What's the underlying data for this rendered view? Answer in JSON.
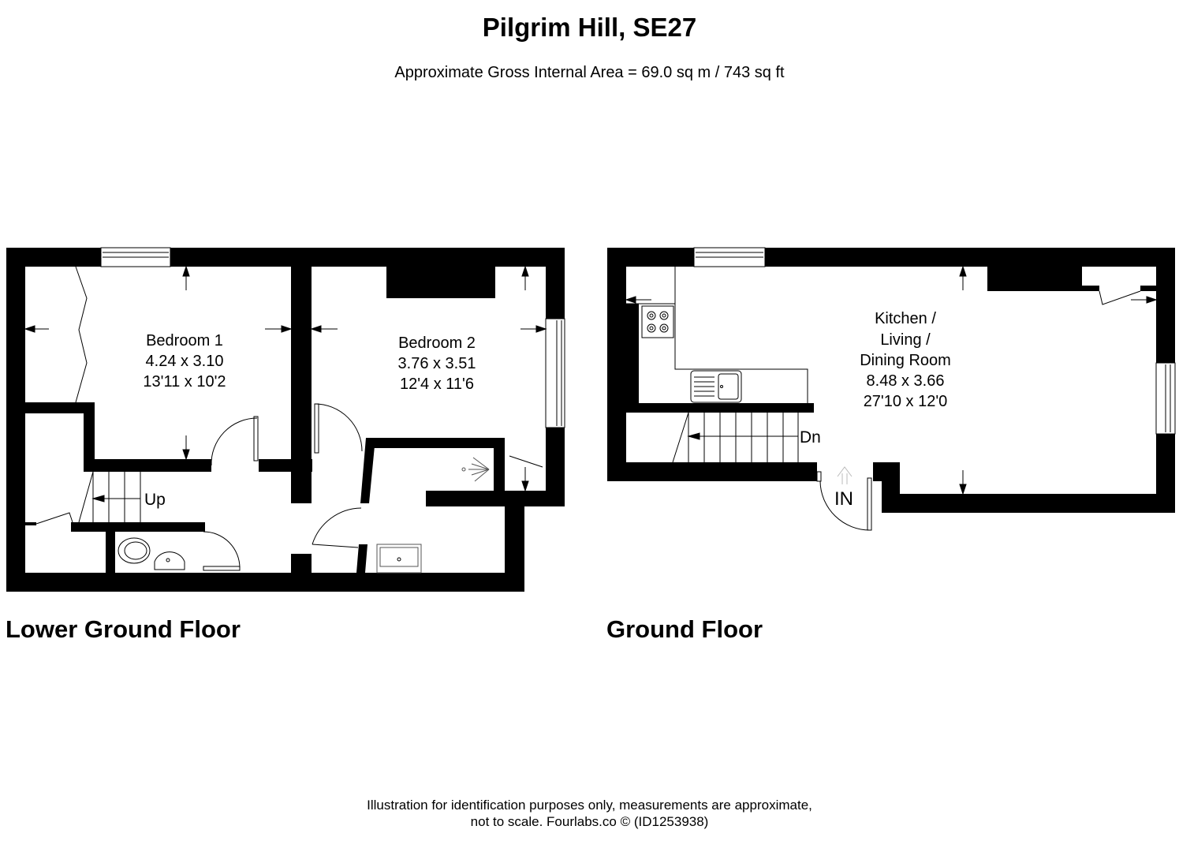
{
  "header": {
    "title": "Pilgrim Hill, SE27",
    "subtitle": "Approximate Gross Internal Area = 69.0 sq m / 743 sq ft"
  },
  "floors": [
    {
      "label": "Lower Ground Floor",
      "rooms": [
        {
          "name": "Bedroom 1",
          "metric": "4.24 x 3.10",
          "imperial": "13'11 x 10'2"
        },
        {
          "name": "Bedroom 2",
          "metric": "3.76 x 3.51",
          "imperial": "12'4 x 11'6"
        }
      ],
      "stairs_label": "Up"
    },
    {
      "label": "Ground Floor",
      "rooms": [
        {
          "name_lines": [
            "Kitchen /",
            "Living /",
            "Dining Room"
          ],
          "metric": "8.48 x 3.66",
          "imperial": "27'10 x 12'0"
        }
      ],
      "stairs_label": "Dn",
      "entrance_label": "IN"
    }
  ],
  "footer": {
    "line1": "Illustration for identification purposes only, measurements are approximate,",
    "line2": "not to scale. Fourlabs.co © (ID1253938)"
  }
}
